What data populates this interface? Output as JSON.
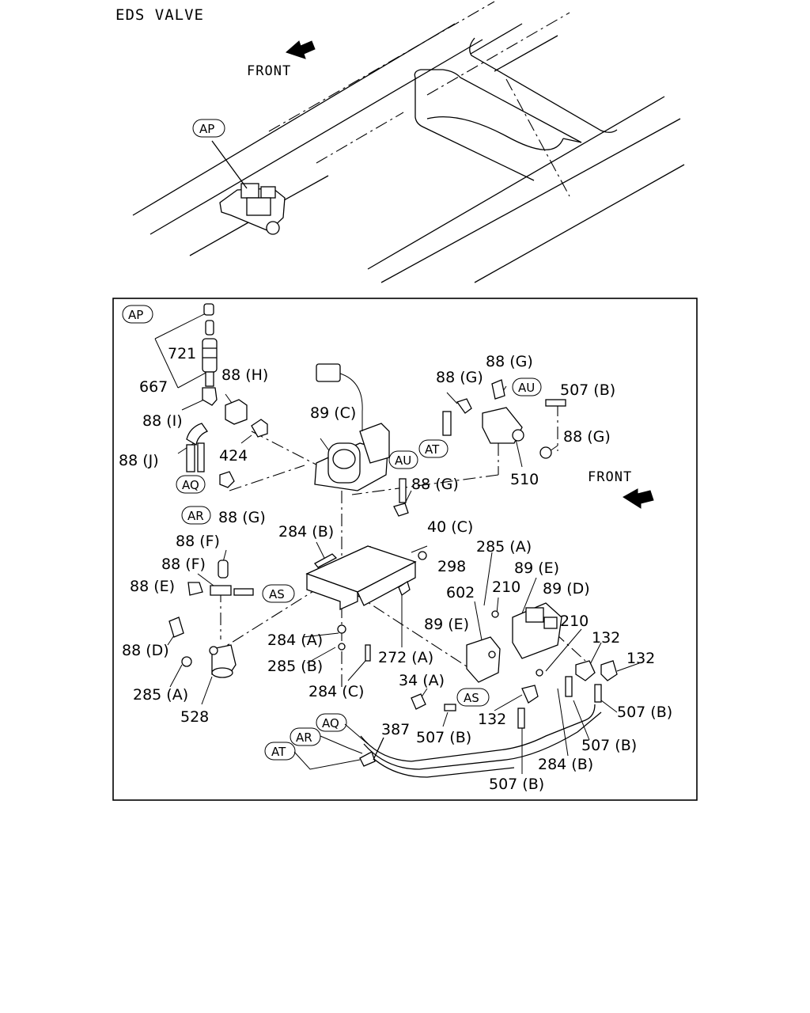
{
  "title": "EDS VALVE",
  "front_label": "FRONT",
  "callouts": {
    "AP": "AP",
    "AQ": "AQ",
    "AR": "AR",
    "AS": "AS",
    "AT": "AT",
    "AU": "AU"
  },
  "parts": {
    "p721": "721",
    "p667": "667",
    "p88H": "88 (H)",
    "p88I": "88 (I)",
    "p88J": "88 (J)",
    "p424": "424",
    "p89C": "89 (C)",
    "p88G_a": "88 (G)",
    "p88G_b": "88 (G)",
    "p88G_c": "88 (G)",
    "p88G_d": "88 (G)",
    "p88G_e": "88 (G)",
    "p507B_a": "507 (B)",
    "p510": "510",
    "p284B_a": "284 (B)",
    "p40C": "40 (C)",
    "p298": "298",
    "p285A_a": "285 (A)",
    "p89E_a": "89 (E)",
    "p89D": "89 (D)",
    "p210_a": "210",
    "p210_b": "210",
    "p602": "602",
    "p88F_a": "88 (F)",
    "p88F_b": "88 (F)",
    "p88E": "88 (E)",
    "p88D": "88 (D)",
    "p284A": "284 (A)",
    "p285B": "285 (B)",
    "p272A": "272 (A)",
    "p89E_b": "89 (E)",
    "p132_a": "132",
    "p132_b": "132",
    "p132_c": "132",
    "p34A": "34 (A)",
    "p285A_b": "285 (A)",
    "p528": "528",
    "p284C": "284 (C)",
    "p507B_b": "507 (B)",
    "p507B_c": "507 (B)",
    "p507B_d": "507 (B)",
    "p507B_e": "507 (B)",
    "p387": "387",
    "p284B_b": "284 (B)"
  }
}
